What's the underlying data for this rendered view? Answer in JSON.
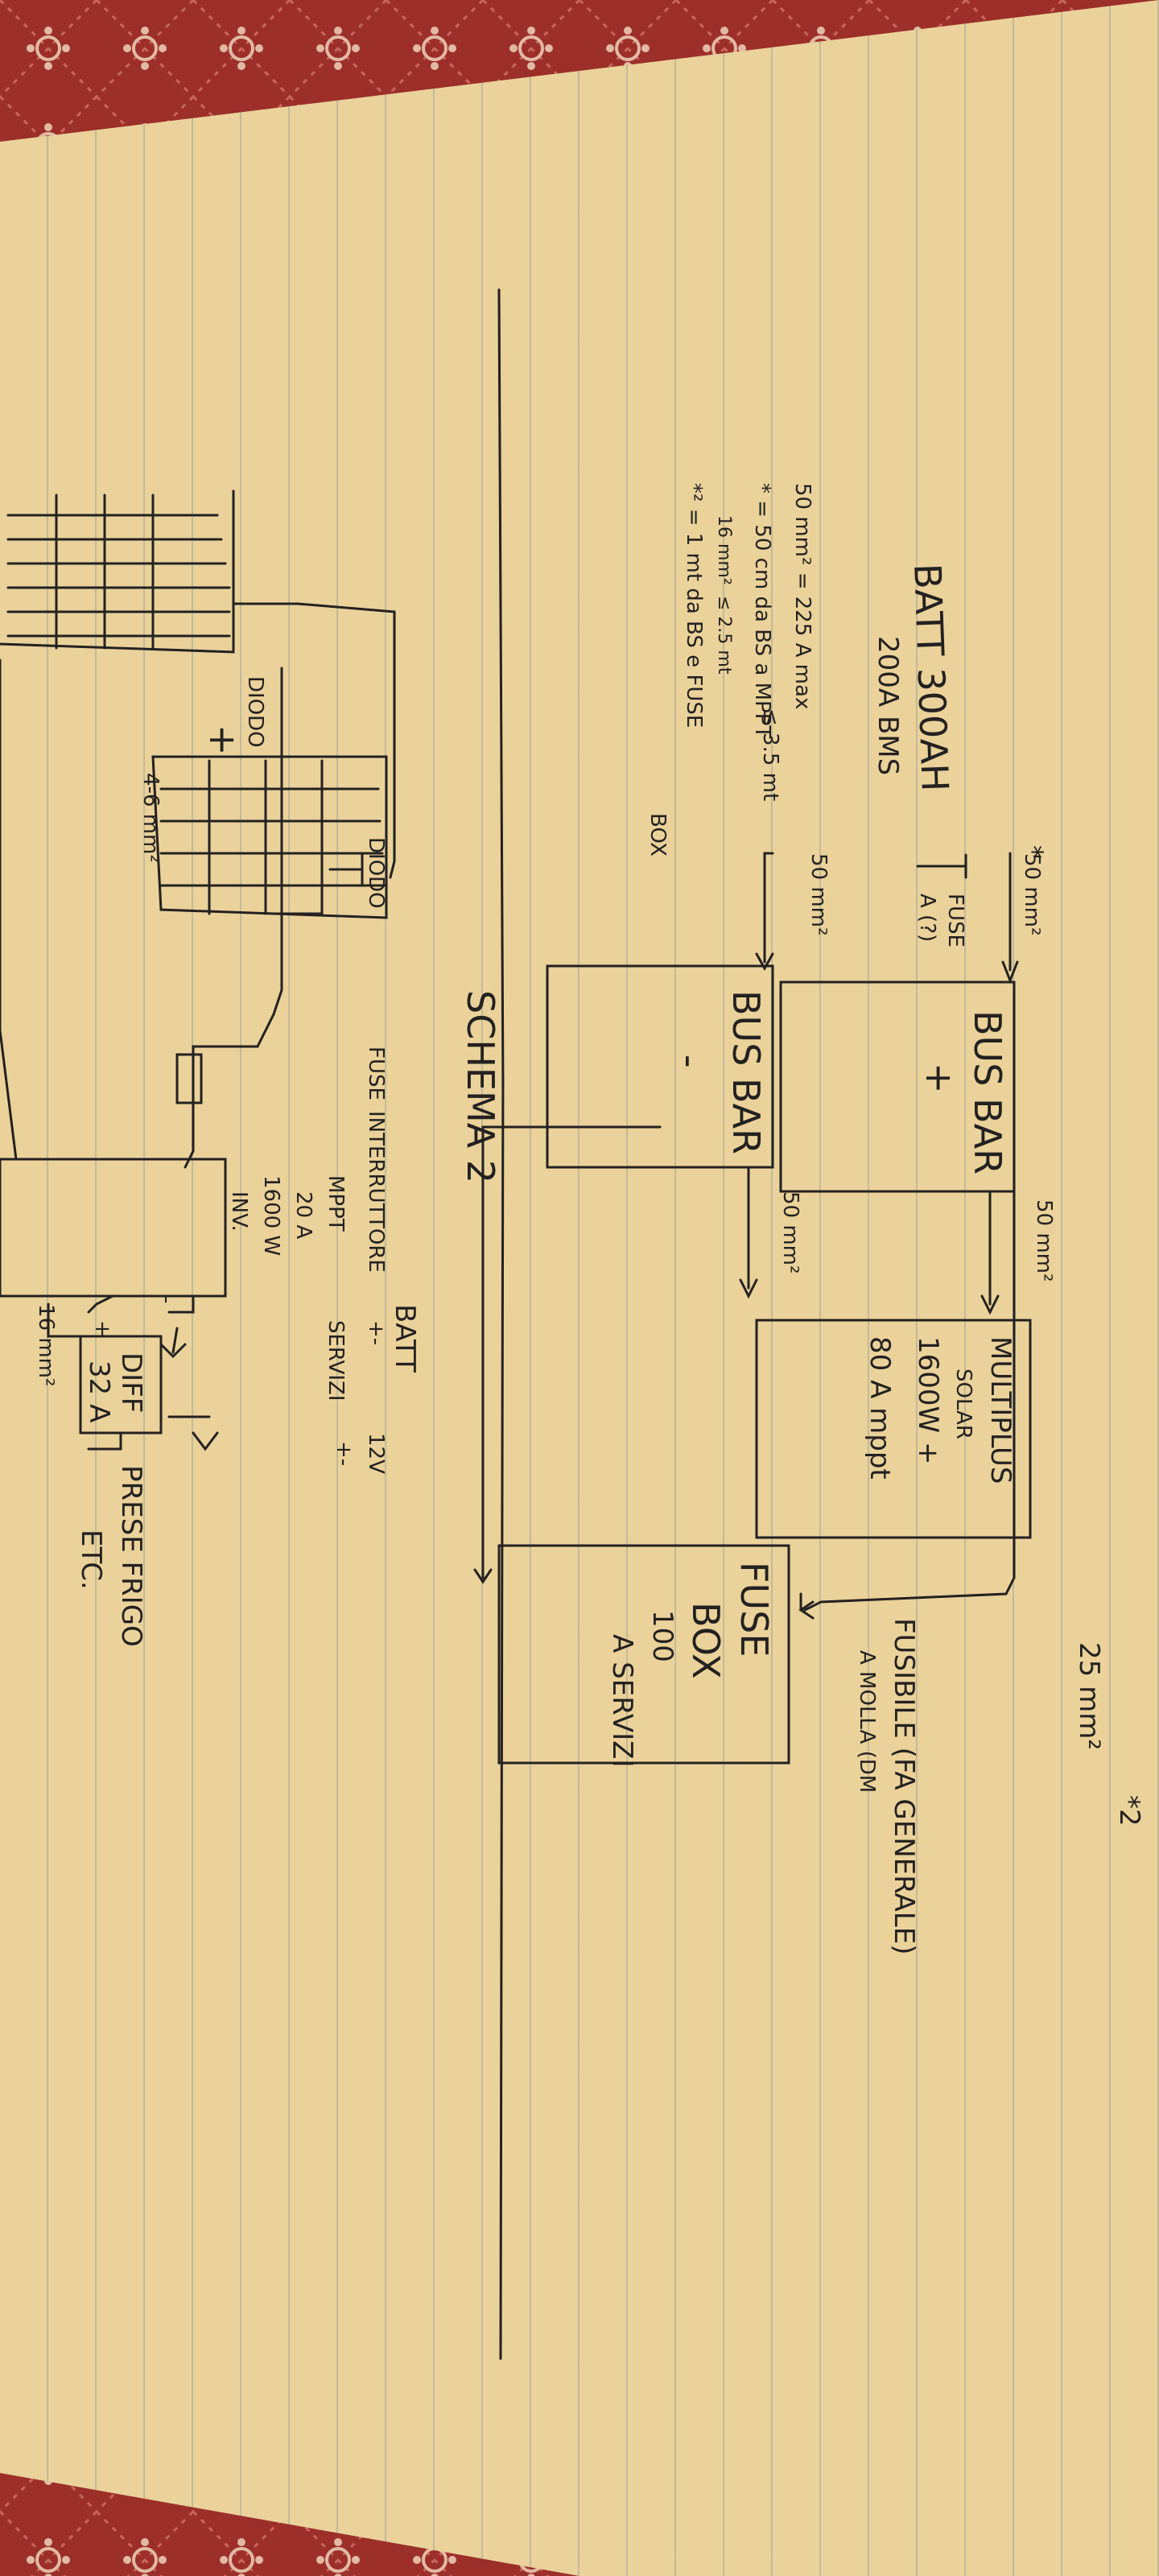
{
  "diagram": {
    "battery": {
      "line1": "BATT 300AH",
      "line2": "200A BMS"
    },
    "busbar_positive": {
      "label": "BUS BAR",
      "sign": "+"
    },
    "busbar_negative": {
      "label": "BUS BAR",
      "sign": "-"
    },
    "star_marker": "*",
    "star2_marker": "*2",
    "fuse_a": {
      "line1": "FUSE",
      "line2": "A (?)"
    },
    "cable_labels": {
      "batt_to_busbar_pos": "50 mm²",
      "batt_to_busbar_neg": "50 mm²",
      "busbar_pos_to_multiplus": "50 mm²",
      "busbar_neg_to_multiplus": "50 mm²",
      "busbar_to_fusebox": "25 mm²",
      "solar_cable": "4-6 mm²",
      "inverter_output": "16 mm²"
    },
    "notes": {
      "line1": "50 mm² = 225 A max",
      "line1_sub": "≤ 3.5 mt",
      "line2": "* = 50 cm da BS a MPPT",
      "line3_small": "16 mm²",
      "line3_sub": "≤ 2.5 mt",
      "line4": "*² = 1 mt da BS e FUSE",
      "line4_cont": "BOX"
    },
    "multiplus": {
      "line1": "MULTIPLUS",
      "line2": "SOLAR",
      "line3": "1600W +",
      "line4": "80 A mppt"
    },
    "fuse_box": {
      "line1": "FUSE",
      "line2": "BOX",
      "line3": "100",
      "line4": "A SERVIZI"
    },
    "main_fuse": {
      "line1": "FUSIBILE (FA GENERALE)",
      "line2": "A MOLLA (DM"
    },
    "schema2_title": "SCHEMA 2",
    "solar": {
      "diodo_left": "DIODO",
      "diodo_right": "DIODO",
      "plus": "+"
    },
    "schema2_fuse": "FUSE",
    "schema2_switch": "INTERRUTTORE",
    "mppt_unit": {
      "line1": "MPPT",
      "line2": "20 A",
      "line3": "1600 W",
      "line4": "INV."
    },
    "batt_output": {
      "label": "BATT",
      "sign": "+-"
    },
    "servizi_output": {
      "label": "SERVIZI",
      "volt": "12V",
      "sign": "+-"
    },
    "diff": {
      "line1": "DIFF",
      "line2": "32 A"
    },
    "loads": {
      "line1": "PRESE FRIGO",
      "line2": "ETC."
    },
    "signs": {
      "plus": "+",
      "minus": "-"
    }
  },
  "colors": {
    "paper": "#ead29a",
    "ink": "#232121",
    "tablecloth": "#9c2f2a"
  }
}
